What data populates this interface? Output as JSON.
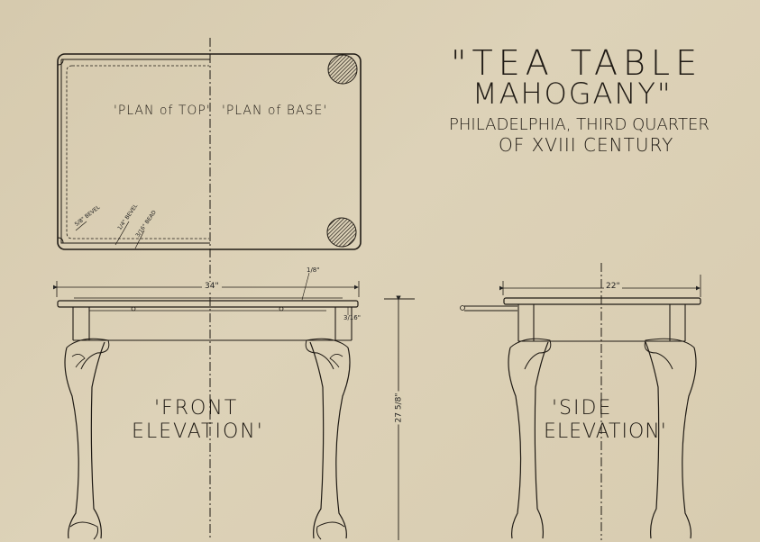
{
  "drawing": {
    "title": {
      "line1": "\"TEA TABLE",
      "line2": "MAHOGANY\"",
      "line3": "PHILADELPHIA, THIRD QUARTER",
      "line4": "OF XVIII CENTURY"
    },
    "plan": {
      "top_label": "'PLAN of TOP'",
      "base_label": "'PLAN of BASE'",
      "notes": [
        {
          "label": "5/8\" BEVEL"
        },
        {
          "label": "1/4\" BEVEL"
        },
        {
          "label": "3/16\" BEAD"
        }
      ]
    },
    "front_elevation": {
      "label_line1": "'FRONT",
      "label_line2": "ELEVATION'",
      "width_dim": "34\"",
      "top_thickness_dim": "1/8\"",
      "edge_dim": "3/16\""
    },
    "height_dim": "27 5/8\"",
    "side_elevation": {
      "label_line1": "'SIDE",
      "label_line2": "ELEVATION'",
      "width_dim": "22\""
    },
    "colors": {
      "paper": "#d9cdb1",
      "ink": "#1f1a14"
    }
  }
}
